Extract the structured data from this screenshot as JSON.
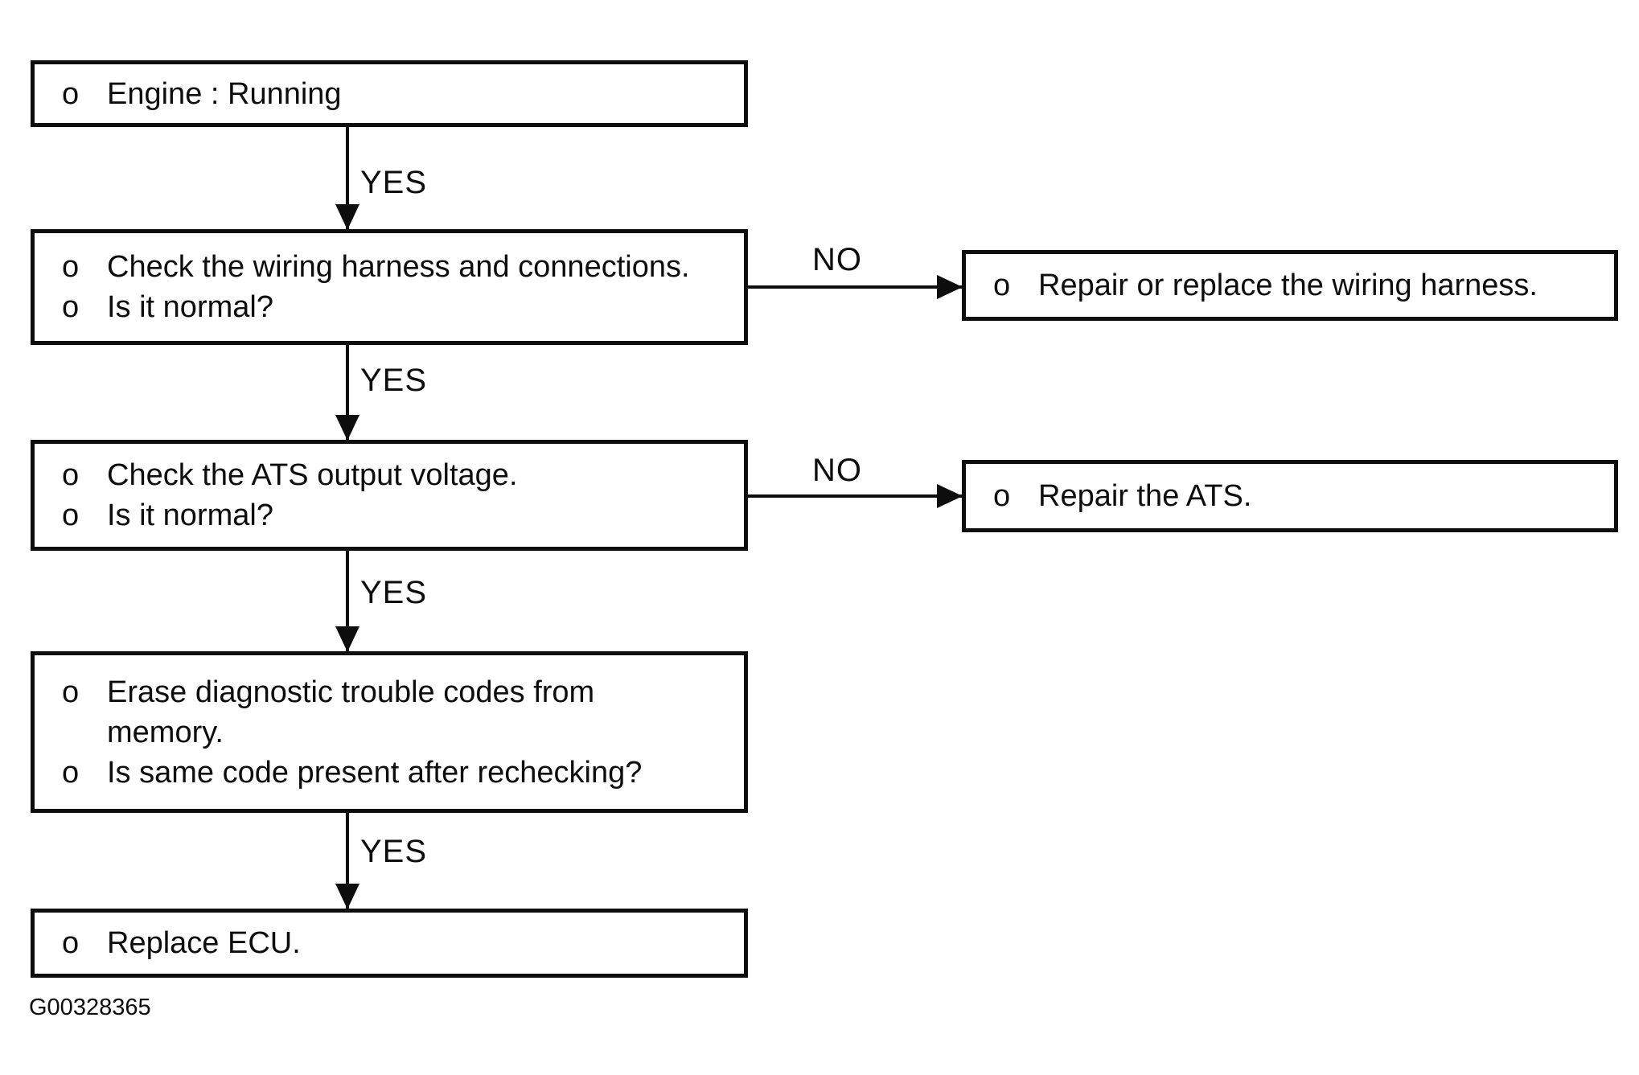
{
  "figure": {
    "code": "G00328365"
  },
  "colors": {
    "ink": "#0d0d0d",
    "background": "#ffffff"
  },
  "nodes": {
    "engine": {
      "lines": [
        {
          "bullet": "o",
          "text": "Engine : Running"
        }
      ]
    },
    "check_wiring": {
      "lines": [
        {
          "bullet": "o",
          "text": "Check the wiring harness and connections."
        },
        {
          "bullet": "o",
          "text": "Is it normal?"
        }
      ]
    },
    "repair_wiring": {
      "lines": [
        {
          "bullet": "o",
          "text": "Repair or replace the wiring harness."
        }
      ]
    },
    "check_ats": {
      "lines": [
        {
          "bullet": "o",
          "text": "Check the ATS output voltage."
        },
        {
          "bullet": "o",
          "text": "Is it normal?"
        }
      ]
    },
    "repair_ats": {
      "lines": [
        {
          "bullet": "o",
          "text": "Repair the ATS."
        }
      ]
    },
    "erase_codes": {
      "lines": [
        {
          "bullet": "o",
          "text": "Erase diagnostic trouble codes from"
        },
        {
          "bullet": "",
          "text": "memory."
        },
        {
          "bullet": "o",
          "text": "Is same code present after rechecking?"
        }
      ]
    },
    "replace_ecu": {
      "lines": [
        {
          "bullet": "o",
          "text": "Replace ECU."
        }
      ]
    }
  },
  "edges": {
    "yes1": {
      "label": "YES"
    },
    "yes2": {
      "label": "YES"
    },
    "yes3": {
      "label": "YES"
    },
    "yes4": {
      "label": "YES"
    },
    "no1": {
      "label": "NO"
    },
    "no2": {
      "label": "NO"
    }
  }
}
